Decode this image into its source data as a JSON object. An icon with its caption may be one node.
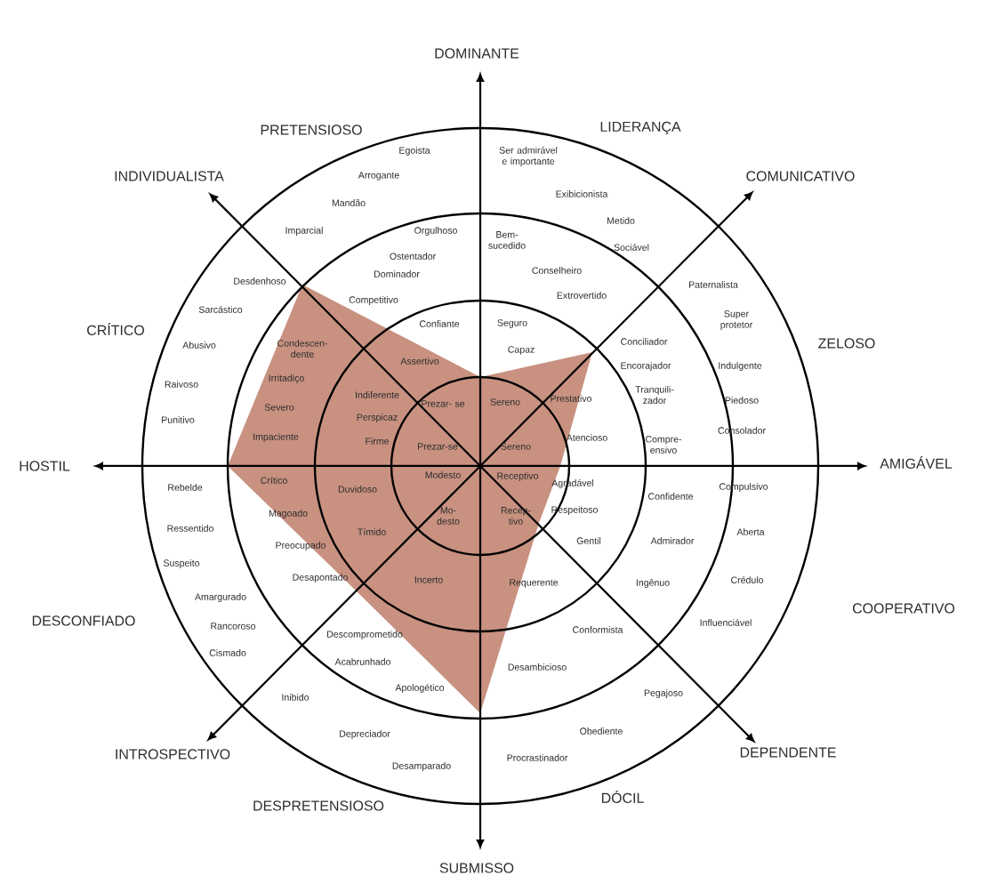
{
  "diagram": {
    "labels": [
      "DOMINANTE",
      "PRETENSIOSO",
      "Egoista",
      "Ser admirável e importante",
      "LIDERANÇA",
      "INDIVIDUALISTA",
      "Arrogante",
      "COMUNICATIVO",
      "Exibicionista",
      "Mandão",
      "Metido",
      "Imparcial",
      "Orgulhoso",
      "Bem- sucedido",
      "Sociável",
      "Ostentador",
      "Conselheiro",
      "Dominador",
      "Desdenhoso",
      "Paternalista",
      "Competitivo",
      "Extrovertido",
      "Sarcástico",
      "Super protetor",
      "Confiante",
      "Seguro",
      "CRÍTICO",
      "Condescen- dente",
      "Abusivo",
      "Assertivo",
      "Capaz",
      "Conciliador",
      "ZELOSO",
      "Encorajador",
      "Indulgente",
      "Irritadiço",
      "Raivoso",
      "Indiferente",
      "Prezar- se",
      "Sereno",
      "Prestativo",
      "Tranquili- zador",
      "Piedoso",
      "Severo",
      "Punitivo",
      "Perspicaz",
      "Impaciente",
      "Atencioso",
      "Consolador",
      "Firme",
      "Compre- ensivo",
      "Prezar-se",
      "Sereno",
      "HOSTIL",
      "AMIGÁVEL",
      "Rebelde",
      "Crítico",
      "Duvidoso",
      "Modesto",
      "Receptivo",
      "Agradável",
      "Confidente",
      "Compulsivo",
      "Ressentido",
      "Magoado",
      "Mo- desto",
      "Recep- tivo",
      "Respeitoso",
      "Tímido",
      "Aberta",
      "Preocupado",
      "Gentil",
      "Admirador",
      "Suspeito",
      "Desapontado",
      "Incerto",
      "Requerente",
      "Ingênuo",
      "Crédulo",
      "Amargurado",
      "DESCONFIADO",
      "COOPERATIVO",
      "Rancoroso",
      "Influenciável",
      "Descomprometido",
      "Conformista",
      "Cismado",
      "Acabrunhado",
      "Desambicioso",
      "Apologético",
      "Inibido",
      "Pegajoso",
      "Depreciador",
      "Obediente",
      "INTROSPECTIVO",
      "DEPENDENTE",
      "Desamparado",
      "Procrastinador",
      "DESPRETENSIOSO",
      "DÓCIL",
      "SUBMISSO"
    ]
  }
}
